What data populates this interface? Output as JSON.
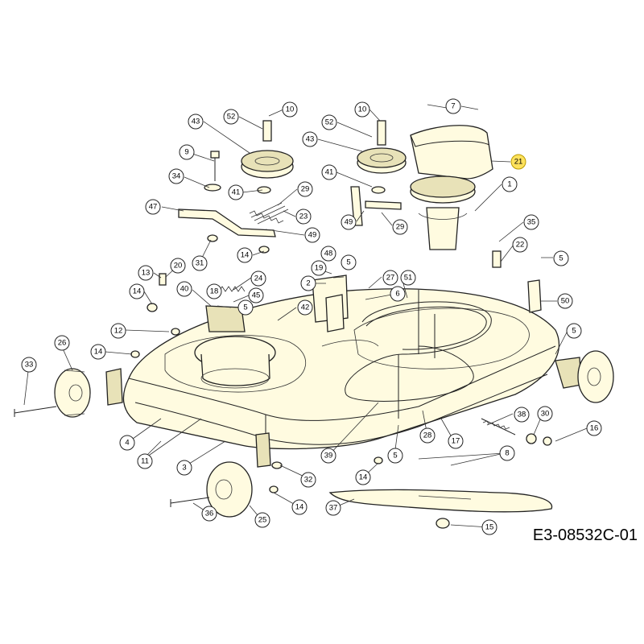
{
  "document": {
    "code": "E3-08532C-01",
    "highlighted_callout": "21",
    "highlight_color": "#ffe25c"
  },
  "callouts": [
    {
      "id": "c-10a",
      "label": "10"
    },
    {
      "id": "c-52a",
      "label": "52"
    },
    {
      "id": "c-43a",
      "label": "43"
    },
    {
      "id": "c-9",
      "label": "9"
    },
    {
      "id": "c-34",
      "label": "34"
    },
    {
      "id": "c-41a",
      "label": "41"
    },
    {
      "id": "c-29a",
      "label": "29"
    },
    {
      "id": "c-47",
      "label": "47"
    },
    {
      "id": "c-23",
      "label": "23"
    },
    {
      "id": "c-49a",
      "label": "49"
    },
    {
      "id": "c-31",
      "label": "31"
    },
    {
      "id": "c-14a",
      "label": "14"
    },
    {
      "id": "c-10b",
      "label": "10"
    },
    {
      "id": "c-52b",
      "label": "52"
    },
    {
      "id": "c-43b",
      "label": "43"
    },
    {
      "id": "c-41b",
      "label": "41"
    },
    {
      "id": "c-49b",
      "label": "49"
    },
    {
      "id": "c-29b",
      "label": "29"
    },
    {
      "id": "c-7",
      "label": "7"
    },
    {
      "id": "c-21",
      "label": "21"
    },
    {
      "id": "c-1",
      "label": "1"
    },
    {
      "id": "c-35",
      "label": "35"
    },
    {
      "id": "c-22",
      "label": "22"
    },
    {
      "id": "c-5a",
      "label": "5"
    },
    {
      "id": "c-50",
      "label": "50"
    },
    {
      "id": "c-5b",
      "label": "5"
    },
    {
      "id": "c-13",
      "label": "13"
    },
    {
      "id": "c-20",
      "label": "20"
    },
    {
      "id": "c-40",
      "label": "40"
    },
    {
      "id": "c-18",
      "label": "18"
    },
    {
      "id": "c-24",
      "label": "24"
    },
    {
      "id": "c-45",
      "label": "45"
    },
    {
      "id": "c-5c",
      "label": "5"
    },
    {
      "id": "c-14b",
      "label": "14"
    },
    {
      "id": "c-12",
      "label": "12"
    },
    {
      "id": "c-42",
      "label": "42"
    },
    {
      "id": "c-48",
      "label": "48"
    },
    {
      "id": "c-5d",
      "label": "5"
    },
    {
      "id": "c-19",
      "label": "19"
    },
    {
      "id": "c-2",
      "label": "2"
    },
    {
      "id": "c-27",
      "label": "27"
    },
    {
      "id": "c-51",
      "label": "51"
    },
    {
      "id": "c-6",
      "label": "6"
    },
    {
      "id": "c-26",
      "label": "26"
    },
    {
      "id": "c-14c",
      "label": "14"
    },
    {
      "id": "c-33",
      "label": "33"
    },
    {
      "id": "c-4",
      "label": "4"
    },
    {
      "id": "c-11",
      "label": "11"
    },
    {
      "id": "c-3",
      "label": "3"
    },
    {
      "id": "c-39",
      "label": "39"
    },
    {
      "id": "c-28",
      "label": "28"
    },
    {
      "id": "c-17",
      "label": "17"
    },
    {
      "id": "c-38",
      "label": "38"
    },
    {
      "id": "c-30",
      "label": "30"
    },
    {
      "id": "c-16",
      "label": "16"
    },
    {
      "id": "c-5e",
      "label": "5"
    },
    {
      "id": "c-8",
      "label": "8"
    },
    {
      "id": "c-14d",
      "label": "14"
    },
    {
      "id": "c-32",
      "label": "32"
    },
    {
      "id": "c-14e",
      "label": "14"
    },
    {
      "id": "c-36",
      "label": "36"
    },
    {
      "id": "c-25",
      "label": "25"
    },
    {
      "id": "c-37",
      "label": "37"
    },
    {
      "id": "c-15",
      "label": "15"
    }
  ]
}
